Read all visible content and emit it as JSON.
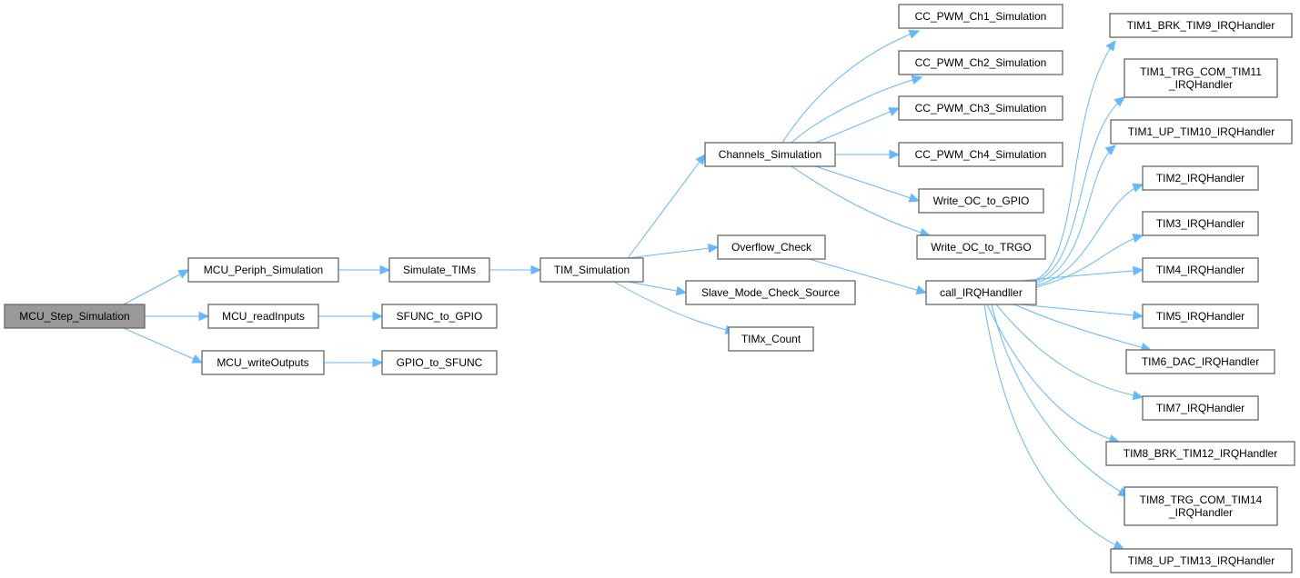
{
  "diagram": {
    "type": "call-graph",
    "colors": {
      "edge": "#63b8ff",
      "node_border": "#666666",
      "root_fill": "#999999",
      "node_fill": "#ffffff"
    },
    "nodes": [
      {
        "id": "mcu_step",
        "label": [
          "MCU_Step_Simulation"
        ],
        "root": true
      },
      {
        "id": "mcu_periph",
        "label": [
          "MCU_Periph_Simulation"
        ]
      },
      {
        "id": "mcu_read",
        "label": [
          "MCU_readInputs"
        ]
      },
      {
        "id": "mcu_write",
        "label": [
          "MCU_writeOutputs"
        ]
      },
      {
        "id": "sim_tims",
        "label": [
          "Simulate_TIMs"
        ]
      },
      {
        "id": "sfunc_gpio",
        "label": [
          "SFUNC_to_GPIO"
        ]
      },
      {
        "id": "gpio_sfunc",
        "label": [
          "GPIO_to_SFUNC"
        ]
      },
      {
        "id": "tim_sim",
        "label": [
          "TIM_Simulation"
        ]
      },
      {
        "id": "chan_sim",
        "label": [
          "Channels_Simulation"
        ]
      },
      {
        "id": "ovf",
        "label": [
          "Overflow_Check"
        ]
      },
      {
        "id": "slave",
        "label": [
          "Slave_Mode_Check_Source"
        ]
      },
      {
        "id": "timx",
        "label": [
          "TIMx_Count"
        ]
      },
      {
        "id": "ch1",
        "label": [
          "CC_PWM_Ch1_Simulation"
        ]
      },
      {
        "id": "ch2",
        "label": [
          "CC_PWM_Ch2_Simulation"
        ]
      },
      {
        "id": "ch3",
        "label": [
          "CC_PWM_Ch3_Simulation"
        ]
      },
      {
        "id": "ch4",
        "label": [
          "CC_PWM_Ch4_Simulation"
        ]
      },
      {
        "id": "oc_gpio",
        "label": [
          "Write_OC_to_GPIO"
        ]
      },
      {
        "id": "oc_trgo",
        "label": [
          "Write_OC_to_TRGO"
        ]
      },
      {
        "id": "call_irq",
        "label": [
          "call_IRQHandller"
        ]
      },
      {
        "id": "t1brk",
        "label": [
          "TIM1_BRK_TIM9_IRQHandler"
        ]
      },
      {
        "id": "t1trg",
        "label": [
          "TIM1_TRG_COM_TIM11",
          "_IRQHandler"
        ]
      },
      {
        "id": "t1up",
        "label": [
          "TIM1_UP_TIM10_IRQHandler"
        ]
      },
      {
        "id": "t2",
        "label": [
          "TIM2_IRQHandler"
        ]
      },
      {
        "id": "t3",
        "label": [
          "TIM3_IRQHandler"
        ]
      },
      {
        "id": "t4",
        "label": [
          "TIM4_IRQHandler"
        ]
      },
      {
        "id": "t5",
        "label": [
          "TIM5_IRQHandler"
        ]
      },
      {
        "id": "t6",
        "label": [
          "TIM6_DAC_IRQHandler"
        ]
      },
      {
        "id": "t7",
        "label": [
          "TIM7_IRQHandler"
        ]
      },
      {
        "id": "t8brk",
        "label": [
          "TIM8_BRK_TIM12_IRQHandler"
        ]
      },
      {
        "id": "t8trg",
        "label": [
          "TIM8_TRG_COM_TIM14",
          "_IRQHandler"
        ]
      },
      {
        "id": "t8up",
        "label": [
          "TIM8_UP_TIM13_IRQHandler"
        ]
      }
    ],
    "edges": [
      [
        "mcu_step",
        "mcu_periph"
      ],
      [
        "mcu_step",
        "mcu_read"
      ],
      [
        "mcu_step",
        "mcu_write"
      ],
      [
        "mcu_periph",
        "sim_tims"
      ],
      [
        "mcu_read",
        "sfunc_gpio"
      ],
      [
        "mcu_write",
        "gpio_sfunc"
      ],
      [
        "sim_tims",
        "tim_sim"
      ],
      [
        "tim_sim",
        "chan_sim"
      ],
      [
        "tim_sim",
        "ovf"
      ],
      [
        "tim_sim",
        "slave"
      ],
      [
        "tim_sim",
        "timx"
      ],
      [
        "chan_sim",
        "ch1"
      ],
      [
        "chan_sim",
        "ch2"
      ],
      [
        "chan_sim",
        "ch3"
      ],
      [
        "chan_sim",
        "ch4"
      ],
      [
        "chan_sim",
        "oc_gpio"
      ],
      [
        "chan_sim",
        "oc_trgo"
      ],
      [
        "ovf",
        "call_irq"
      ],
      [
        "call_irq",
        "t1brk"
      ],
      [
        "call_irq",
        "t1trg"
      ],
      [
        "call_irq",
        "t1up"
      ],
      [
        "call_irq",
        "t2"
      ],
      [
        "call_irq",
        "t3"
      ],
      [
        "call_irq",
        "t4"
      ],
      [
        "call_irq",
        "t5"
      ],
      [
        "call_irq",
        "t6"
      ],
      [
        "call_irq",
        "t7"
      ],
      [
        "call_irq",
        "t8brk"
      ],
      [
        "call_irq",
        "t8trg"
      ],
      [
        "call_irq",
        "t8up"
      ]
    ]
  }
}
